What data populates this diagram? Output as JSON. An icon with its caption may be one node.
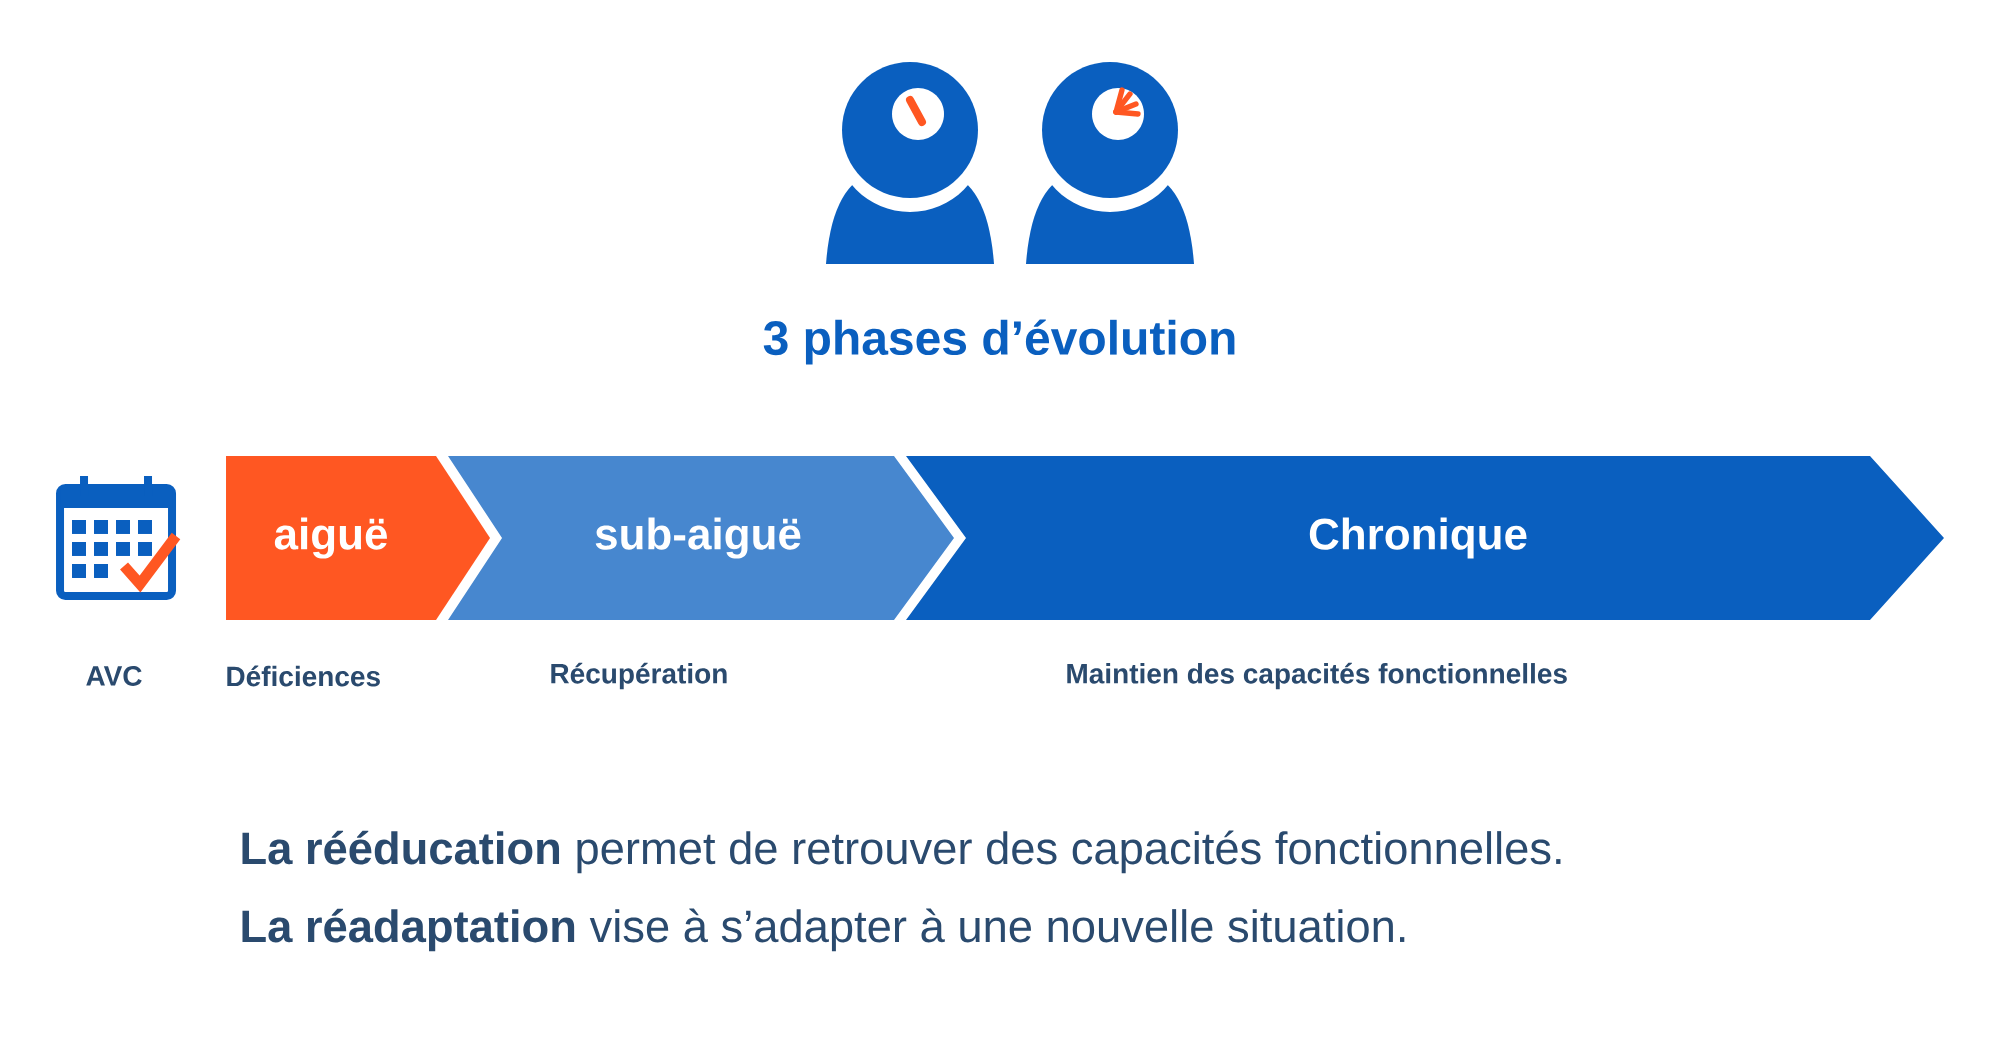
{
  "diagram": {
    "title": "3 phases d’évolution",
    "nodes": [
      {
        "text": [
          "aiguë"
        ],
        "beside": [
          "Déficiences"
        ]
      },
      {
        "text": [
          "sub-aiguë"
        ],
        "beside": [
          "Récupération"
        ]
      },
      {
        "text": [
          "Chronique"
        ],
        "beside": [
          "Maintien des capacités fonctionnelles"
        ]
      }
    ],
    "labels": [
      "AVC",
      "**La rééducation** permet de retrouver des capacités fonctionnelles.",
      "**La réadaptation** vise à s’adapter à une nouvelle situation."
    ]
  }
}
